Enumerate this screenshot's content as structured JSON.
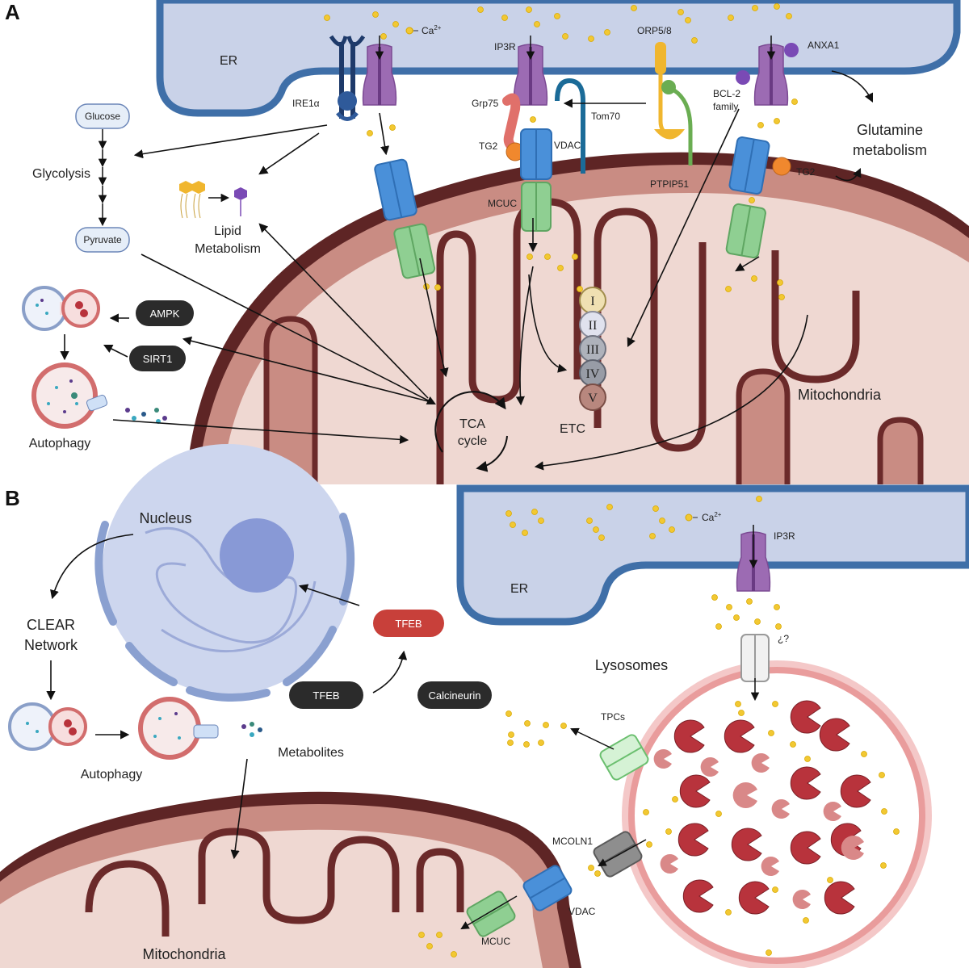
{
  "panel_a": {
    "letter": "A",
    "er": "ER",
    "ca": "Ca",
    "ca_sup": "2+",
    "ire1a": "IRE1α",
    "ip3r": "IP3R",
    "orp58": "ORP5/8",
    "anxa1": "ANXA1",
    "grp75": "Grp75",
    "tom70": "Tom70",
    "bcl2_l1": "BCL-2",
    "bcl2_l2": "family",
    "tg2_left": "TG2",
    "vdac": "VDAC",
    "ptpip51": "PTPIP51",
    "tg2_right": "TG2",
    "mcuc": "MCUC",
    "glucose": "Glucose",
    "glycolysis": "Glycolysis",
    "pyruvate": "Pyruvate",
    "lipid_l1": "Lipid",
    "lipid_l2": "Metabolism",
    "glutamine_l1": "Glutamine",
    "glutamine_l2": "metabolism",
    "ampk": "AMPK",
    "sirt1": "SIRT1",
    "autophagy": "Autophagy",
    "tca_l1": "TCA",
    "tca_l2": "cycle",
    "etc": "ETC",
    "etc_complexes": [
      "I",
      "II",
      "III",
      "IV",
      "V"
    ],
    "mitochondria": "Mitochondria"
  },
  "panel_b": {
    "letter": "B",
    "nucleus": "Nucleus",
    "clear_l1": "CLEAR",
    "clear_l2": "Network",
    "tfeb_active": "TFEB",
    "tfeb_inactive": "TFEB",
    "calcineurin": "Calcineurin",
    "autophagy": "Autophagy",
    "metabolites": "Metabolites",
    "er": "ER",
    "ca": "Ca",
    "ca_sup": "2+",
    "ip3r": "IP3R",
    "unknown": "¿?",
    "lysosomes": "Lysosomes",
    "tpcs": "TPCs",
    "mcoln1": "MCOLN1",
    "vdac": "VDAC",
    "mcuc": "MCUC",
    "mitochondria": "Mitochondria"
  },
  "colors": {
    "er_fill": "#c9d2e8",
    "er_border": "#3f6fa8",
    "mito_outer": "#6b2a2a",
    "mito_fill": "#c98c83",
    "mito_matrix": "#efd8d2",
    "calcium": "#f2c832",
    "ip3r": "#9c6bb3",
    "vdac": "#4a90d9",
    "mcuc": "#8fcf92",
    "pill_dark": "#2b2b2b",
    "tfeb_red": "#c8403a",
    "lysosome": "#d26d6d",
    "hydrolase": "#b8333c"
  }
}
